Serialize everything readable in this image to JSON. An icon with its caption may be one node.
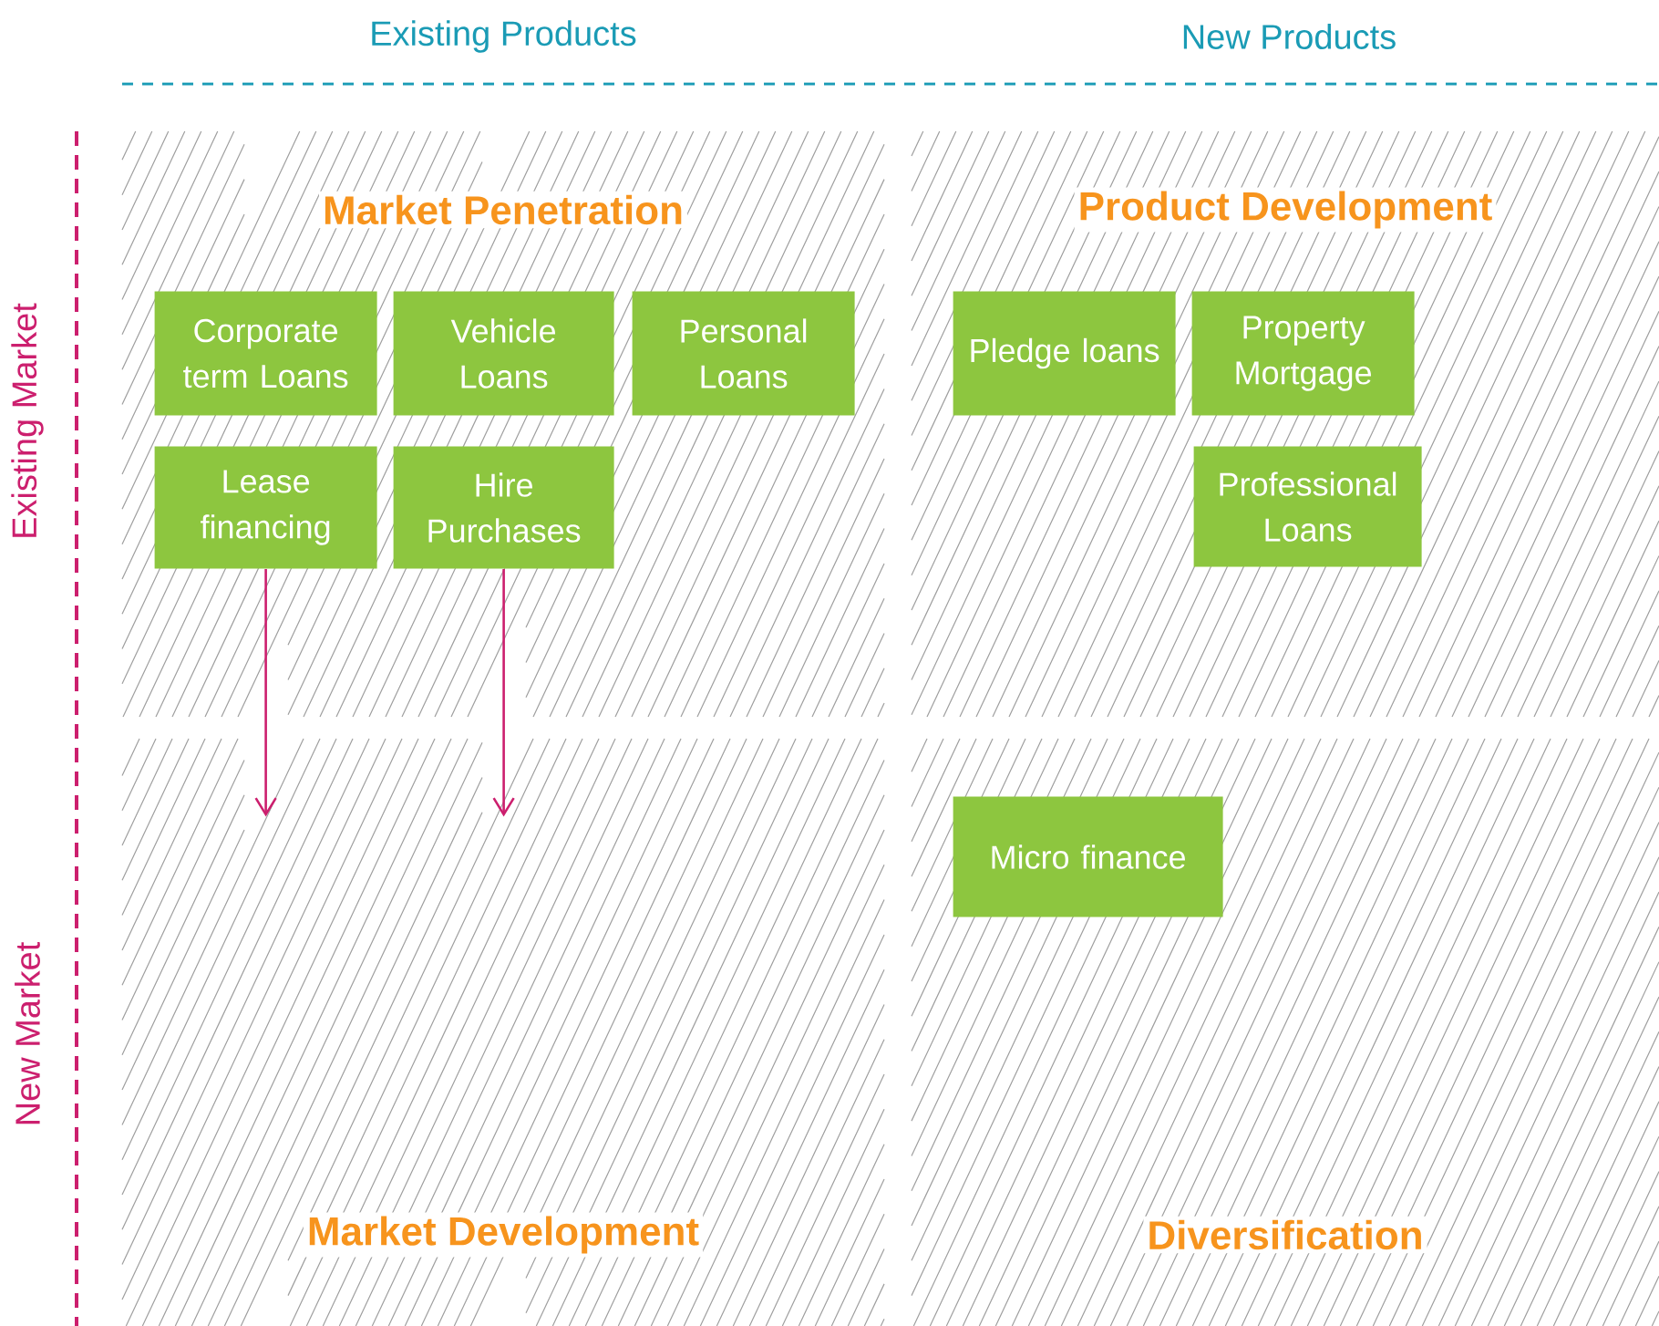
{
  "diagram": {
    "nodes": [
      {
        "text": [
          "Market Penetration"
        ]
      },
      {
        "text": [
          "Corporate term Loans"
        ],
        "in": 0
      },
      {
        "text": [
          "Vehicle Loans"
        ],
        "in": 0
      },
      {
        "text": [
          "Personal Loans"
        ],
        "in": 0
      },
      {
        "text": [
          "Lease financing"
        ],
        "in": 0
      },
      {
        "text": [
          "Hire Purchases"
        ],
        "in": 0
      },
      {
        "text": [
          "Product Development"
        ]
      },
      {
        "text": [
          "Pledge loans"
        ],
        "in": 6
      },
      {
        "text": [
          "Property Mortgage"
        ],
        "in": 6
      },
      {
        "text": [
          "Professional Loans"
        ],
        "in": 6
      },
      {
        "text": [
          "Market Development"
        ]
      },
      {
        "text": [
          "Diversification"
        ]
      },
      {
        "text": [
          "Micro finance"
        ],
        "in": 11
      }
    ],
    "edges": [
      {
        "from": 4,
        "to": 10,
        "arrow": "to"
      },
      {
        "from": 5,
        "to": 10,
        "arrow": "to"
      }
    ],
    "labels": [
      "Existing Products",
      "New Products",
      "Existing Market",
      "New Market"
    ]
  }
}
